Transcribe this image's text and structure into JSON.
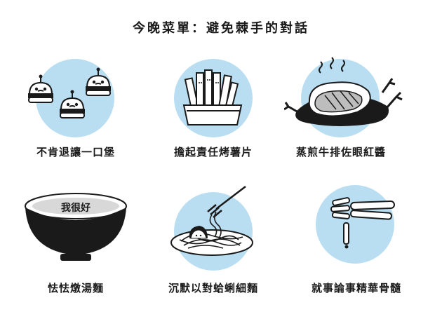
{
  "title": "今晚菜單：避免棘手的對話",
  "items": [
    {
      "caption": "不肯退讓一口堡",
      "icon": "burger-trio-icon"
    },
    {
      "caption": "擔起責任烤薯片",
      "icon": "fries-icon"
    },
    {
      "caption": "蒸煎牛排佐眼紅醬",
      "icon": "steak-icon"
    },
    {
      "caption": "怯怯燉湯麵",
      "icon": "noodle-bowl-icon",
      "bowl_label": "我很好"
    },
    {
      "caption": "沉默以對蛤蜊細麵",
      "icon": "clam-pasta-icon"
    },
    {
      "caption": "就事論事精華骨髓",
      "icon": "bones-icon"
    }
  ],
  "colors": {
    "circle": "#b9def2",
    "ink": "#1a1a1a"
  }
}
